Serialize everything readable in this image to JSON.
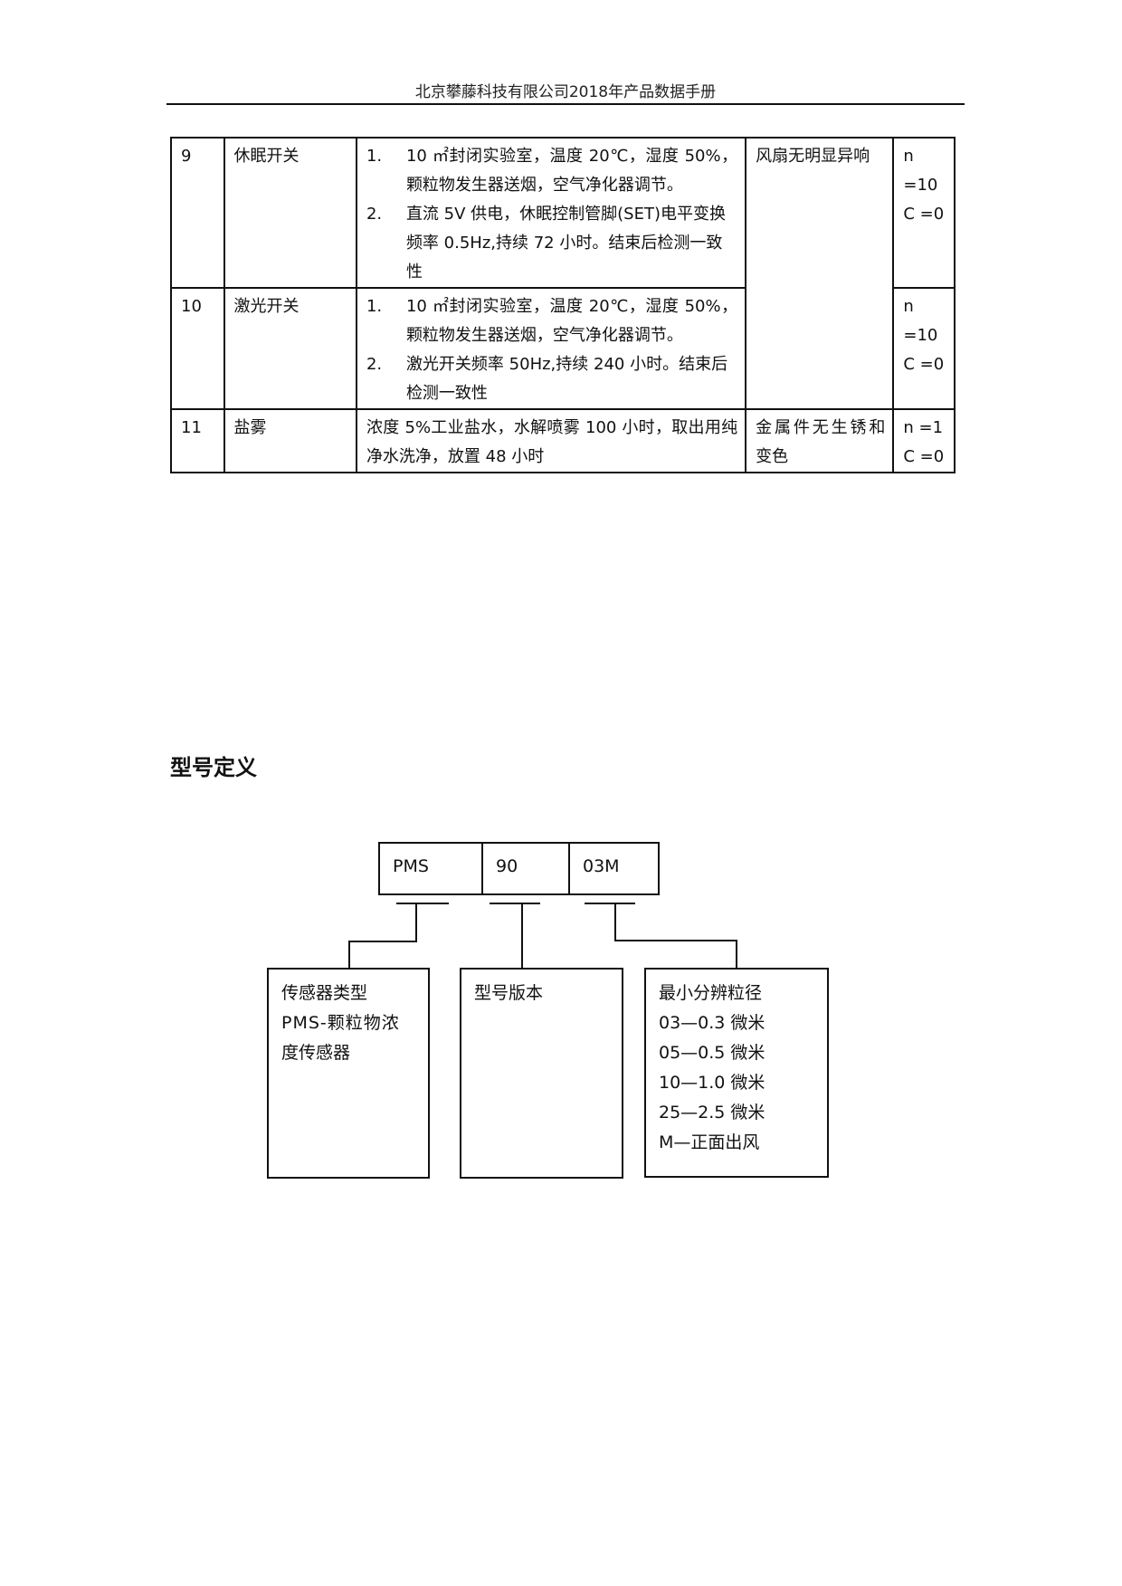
{
  "header": {
    "title": "北京攀藤科技有限公司2018年产品数据手册"
  },
  "tests": [
    {
      "no": "9",
      "item": "休眠开关",
      "steps": [
        {
          "num": "1.",
          "text": "10 ㎡封闭实验室，温度 20℃，湿度 50%，颗粒物发生器送烟，空气净化器调节。"
        },
        {
          "num": "2.",
          "text": "直流 5V 供电，休眠控制管脚(SET)电平变换频率 0.5Hz,持续 72 小时。结束后检测一致性"
        }
      ],
      "criteria": "风扇无明显异响",
      "n": "n =10",
      "c": "C =0"
    },
    {
      "no": "10",
      "item": "激光开关",
      "steps": [
        {
          "num": "1.",
          "text": "10 ㎡封闭实验室，温度 20℃，湿度 50%，颗粒物发生器送烟，空气净化器调节。"
        },
        {
          "num": "2.",
          "text": "激光开关频率 50Hz,持续 240 小时。结束后检测一致性"
        }
      ],
      "n": "n =10",
      "c": "C =0"
    },
    {
      "no": "11",
      "item": "盐雾",
      "method": "浓度 5%工业盐水，水解喷雾 100 小时，取出用纯净水洗净，放置 48 小时",
      "criteria": "金属件无生锈和变色",
      "n": "n =1",
      "c": "C =0"
    }
  ],
  "model": {
    "section_title": "型号定义",
    "code": [
      "PMS",
      "90",
      "03M"
    ],
    "type_box": {
      "lines": [
        "传感器类型",
        "PMS-颗粒物浓",
        "度传感器"
      ]
    },
    "version_box": {
      "lines": [
        "型号版本"
      ]
    },
    "size_box": {
      "lines": [
        "最小分辨粒径",
        "03—0.3 微米",
        "05—0.5 微米",
        "10—1.0 微米",
        "25—2.5 微米",
        "M—正面出风"
      ]
    }
  }
}
